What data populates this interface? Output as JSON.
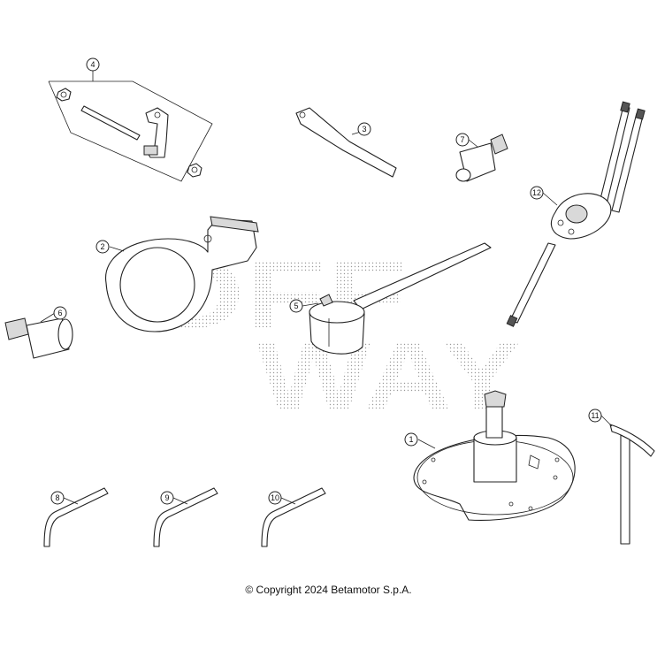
{
  "copyright": "© Copyright 2024 Betamotor S.p.A.",
  "watermark": [
    "OFF",
    "WAY"
  ],
  "callouts": [
    "1",
    "2",
    "3",
    "4",
    "5",
    "6",
    "7",
    "8",
    "9",
    "10",
    "11",
    "12"
  ],
  "colors": {
    "line": "#222222",
    "background": "#ffffff",
    "watermark": "#9a9a9a"
  }
}
